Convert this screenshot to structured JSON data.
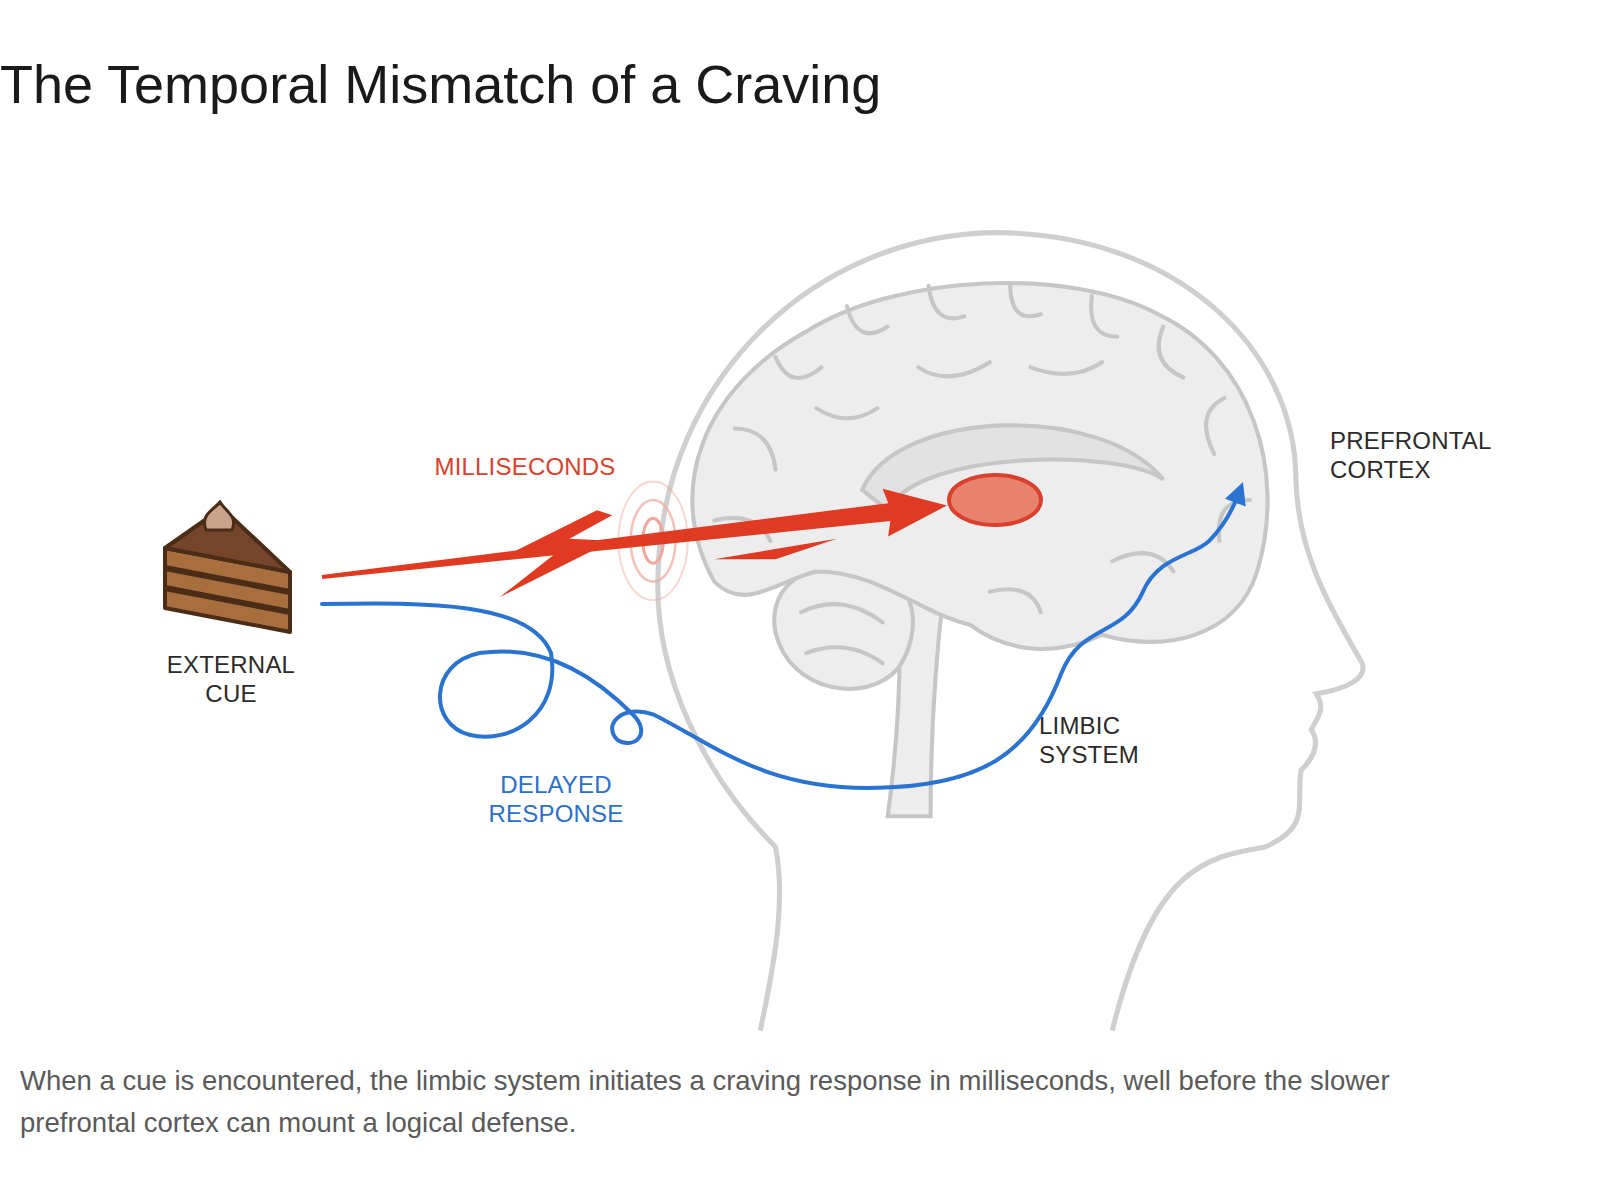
{
  "diagram": {
    "title": "The Temporal Mismatch of a Craving",
    "caption": "When a cue is encountered, the limbic system initiates a craving response in milliseconds, well before the slower prefrontal cortex can mount a logical defense.",
    "nodes": [
      {
        "text": [
          "EXTERNAL CUE"
        ]
      },
      {
        "text": [
          "LIMBIC SYSTEM"
        ]
      },
      {
        "text": [
          "PREFRONTAL CORTEX"
        ]
      }
    ],
    "edges": [
      {
        "from": 0,
        "to": 1,
        "label": "MILLISECONDS",
        "arrow": "to"
      },
      {
        "from": 0,
        "to": 2,
        "label": "DELAYED RESPONSE",
        "arrow": "to"
      }
    ]
  }
}
